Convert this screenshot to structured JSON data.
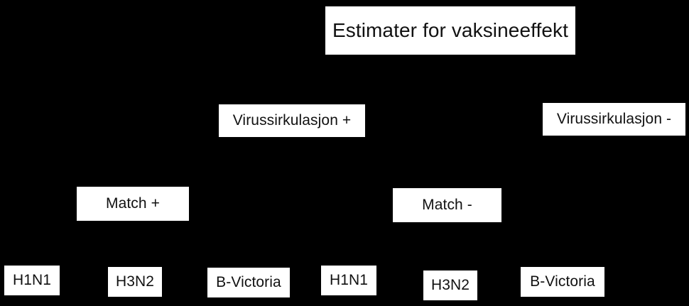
{
  "diagram": {
    "title": "Estimater for vaksineeffekt",
    "background_color": "#000000",
    "box_fill_color": "#ffffff",
    "box_text_color": "#111111",
    "root": {
      "label": "Estimater for vaksineeffekt"
    },
    "level_virus_circulation": [
      {
        "label": "Virussirkulasjon +"
      },
      {
        "label": "Virussirkulasjon -"
      }
    ],
    "level_match": [
      {
        "label": "Match +"
      },
      {
        "label": "Match -"
      }
    ],
    "level_strains": [
      {
        "label": "H1N1"
      },
      {
        "label": "H3N2"
      },
      {
        "label": "B-Victoria"
      },
      {
        "label": "H1N1"
      },
      {
        "label": "H3N2"
      },
      {
        "label": "B-Victoria"
      }
    ]
  }
}
